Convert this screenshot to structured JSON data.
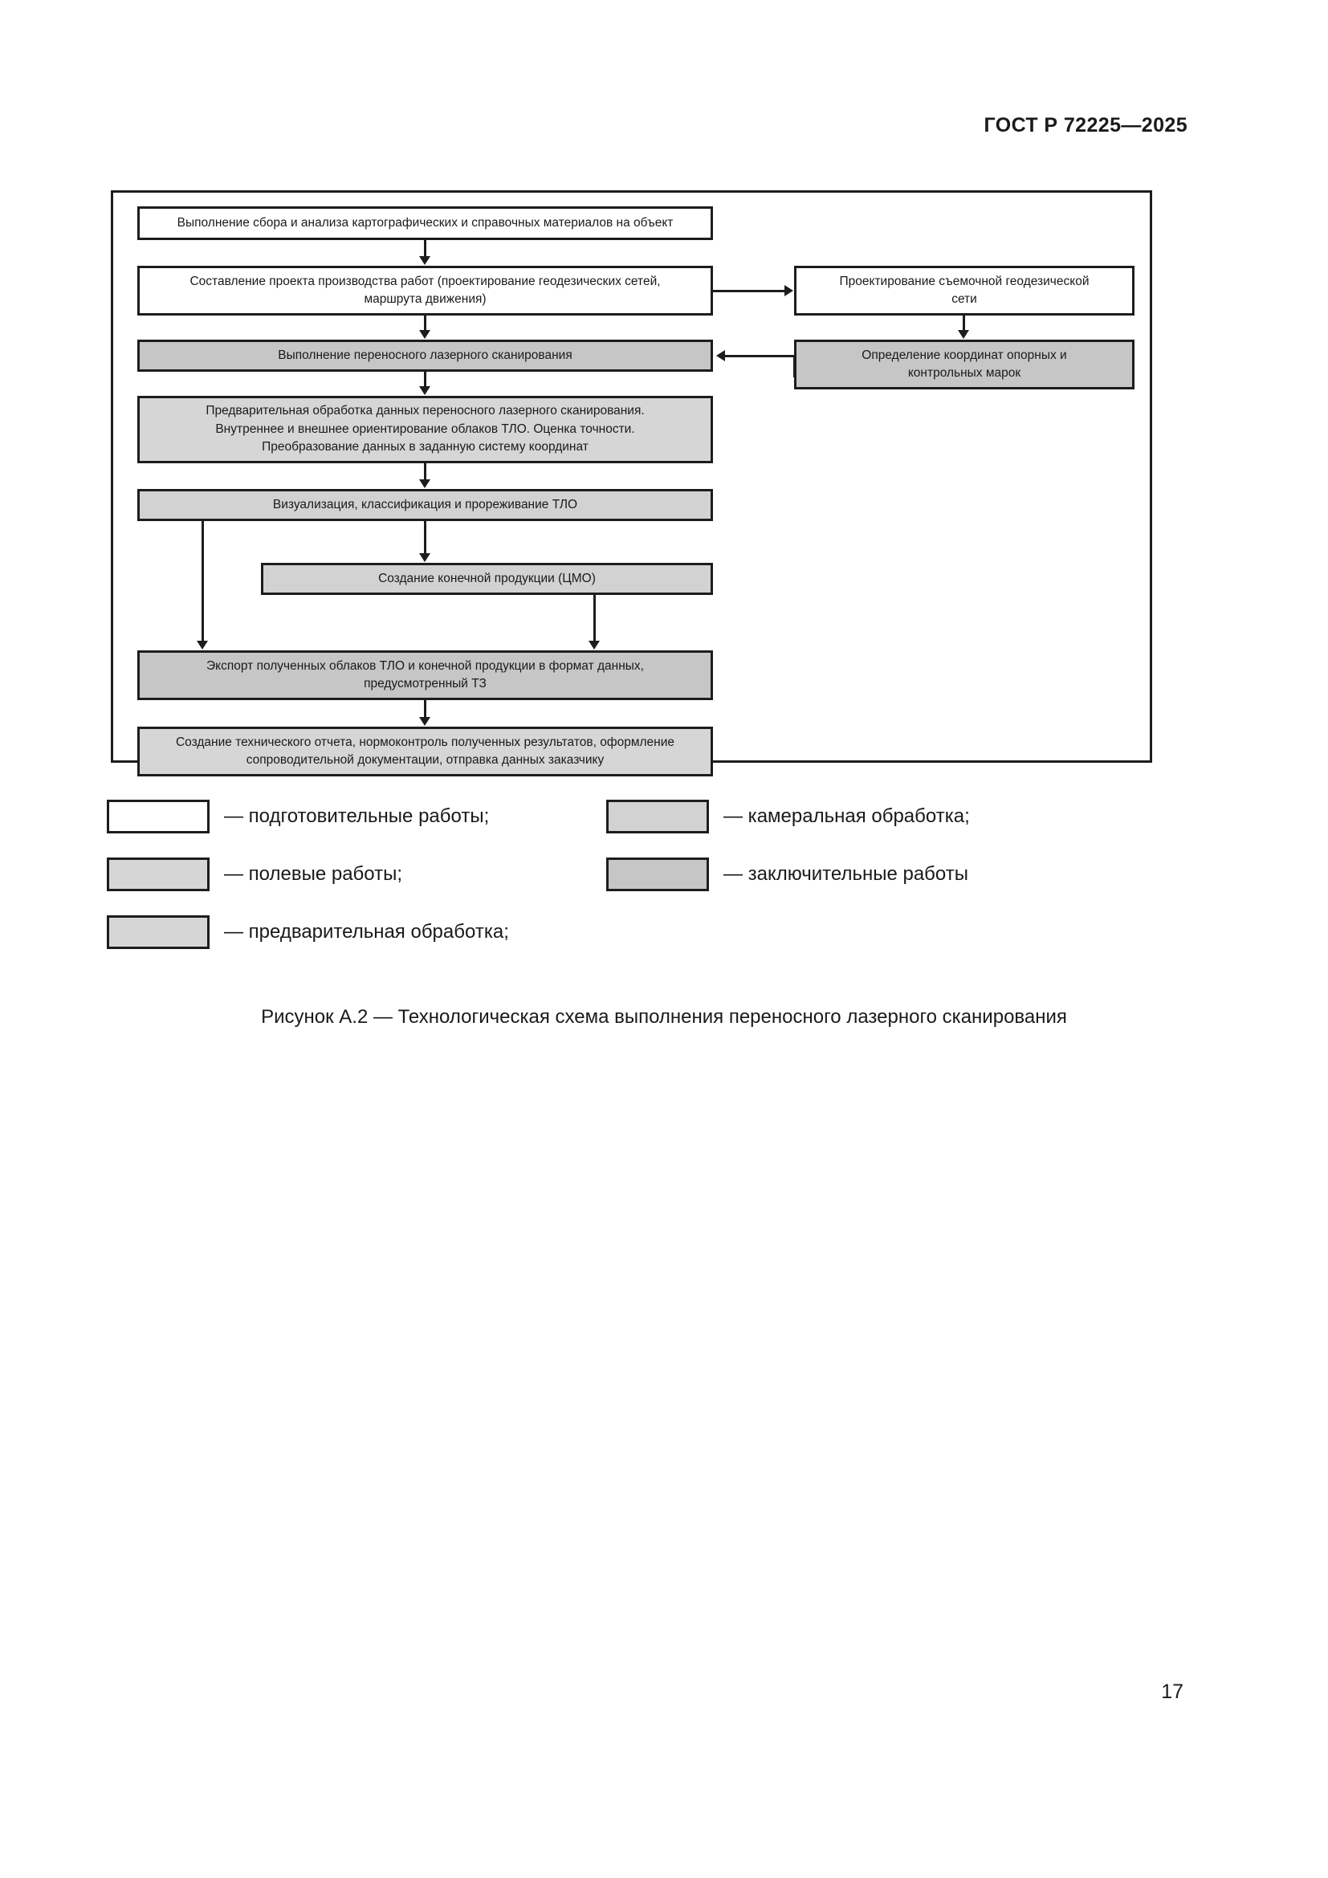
{
  "header": {
    "standard_number": "ГОСТ Р 72225—2025"
  },
  "figure": {
    "nodes": {
      "collect_analyze": "Выполнение сбора и анализа картографических и справочных материалов на объект",
      "project_plan_line1": "Составление проекта производства работ (проектирование геодезических сетей,",
      "project_plan_line2": "маршрута движения)",
      "survey_net_line1": "Проектирование съемочной геодезической",
      "survey_net_line2": "сети",
      "laser_scanning": "Выполнение переносного лазерного сканирования",
      "control_marks_line1": "Определение координат опорных и",
      "control_marks_line2": "контрольных марок",
      "preprocessing_line1": "Предварительная обработка данных переносного лазерного сканирования.",
      "preprocessing_line2": "Внутреннее и внешнее ориентирование облаков ТЛО. Оценка точности.",
      "preprocessing_line3": "Преобразование данных в заданную систему координат",
      "visualization": "Визуализация, классификация и прореживание ТЛО",
      "final_product": "Создание конечной продукции (ЦМО)",
      "export_line1": "Экспорт полученных облаков ТЛО и конечной продукции в формат данных,",
      "export_line2": "предусмотренный ТЗ",
      "report_line1": "Создание технического отчета, нормоконтроль полученных результатов, оформление",
      "report_line2": "сопроводительной документации, отправка данных заказчику"
    },
    "colors": {
      "preparatory": "#ffffff",
      "field_works": "#c6c6c6",
      "preliminary_processing": "#d6d6d6",
      "office_processing": "#d2d2d2",
      "final_works": "#c6c6c6",
      "stroke": "#1d1d1d"
    }
  },
  "legend": [
    {
      "label": "— подготовительные работы;",
      "color_key": "preparatory"
    },
    {
      "label": "— камеральная обработка;",
      "color_key": "office_processing"
    },
    {
      "label": "— полевые работы;",
      "color_key": "preliminary_processing"
    },
    {
      "label": "— заключительные работы",
      "color_key": "final_works"
    },
    {
      "label": "— предварительная обработка;",
      "color_key": "preliminary_processing"
    }
  ],
  "caption": "Рисунок А.2 — Технологическая схема выполнения переносного лазерного сканирования",
  "footer": {
    "page_number": "17"
  }
}
